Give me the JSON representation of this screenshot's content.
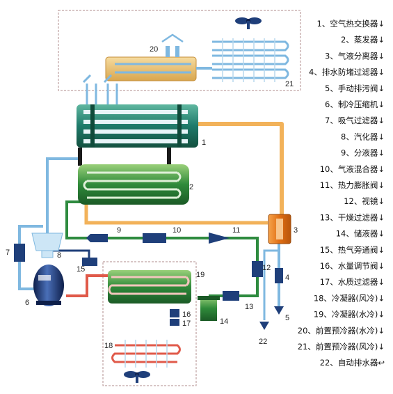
{
  "legend": [
    "1、空气热交换器↓",
    "2、蒸发器↓",
    "3、气液分离器↓",
    "4、排水防堵过滤器↓",
    "5、手动排污阀↓",
    "6、制冷压缩机↓",
    "7、吸气过滤器↓",
    "8、汽化器↓",
    "9、分液器↓",
    "10、气液混合器↓",
    "11、热力膨胀阀↓",
    "12、视镜↓",
    "13、干燥过滤器↓",
    "14、储液器↓",
    "15、热气旁通阀↓",
    "16、水量调节阀↓",
    "17、水质过滤器↓",
    "18、冷凝器(风冷)↓",
    "19、冷凝器(水冷)↓",
    "20、前置预冷器(水冷)↓",
    "21、前置预冷器(风冷)↓",
    "22、自动排水器↩"
  ],
  "labels": {
    "n1": "1",
    "n2": "2",
    "n3": "3",
    "n4": "4",
    "n5": "5",
    "n6": "6",
    "n7": "7",
    "n8": "8",
    "n9": "9",
    "n10": "10",
    "n11": "11",
    "n12": "12",
    "n13": "13",
    "n14": "14",
    "n15": "15",
    "n16": "16",
    "n17": "17",
    "n18": "18",
    "n19": "19",
    "n20": "20",
    "n21": "21",
    "n22": "22"
  },
  "colors": {
    "air_pipe": "#7fb8e0",
    "hot_pipe": "#f2b25a",
    "green_pipe": "#2e8b3f",
    "red_pipe": "#e05a4a",
    "dark_blue": "#1f3f7a",
    "separator": "#e07a1a"
  }
}
